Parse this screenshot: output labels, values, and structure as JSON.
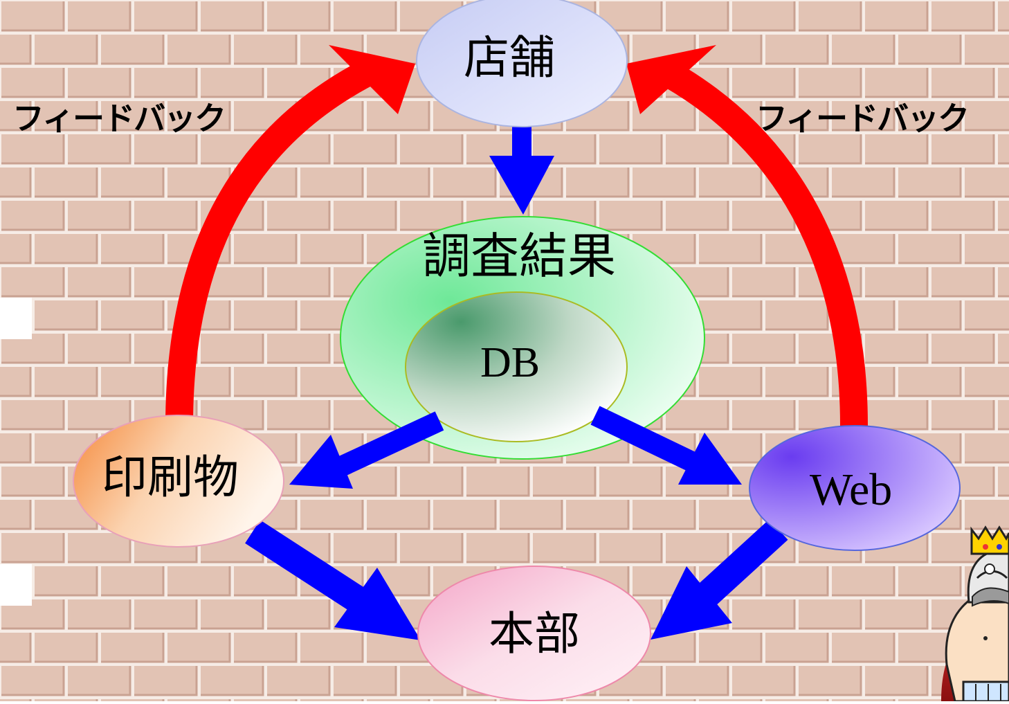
{
  "nodes": {
    "store": "店舗",
    "survey": "調査結果",
    "db": "DB",
    "print": "印刷物",
    "web": "Web",
    "hq": "本部"
  },
  "labels": {
    "feedback_left": "フィードバック",
    "feedback_right": "フィードバック"
  },
  "colors": {
    "feedback_arrow": "#ff0000",
    "flow_arrow": "#0000ff",
    "brick": "#e2c3b4",
    "mortar": "#f6ece6"
  }
}
